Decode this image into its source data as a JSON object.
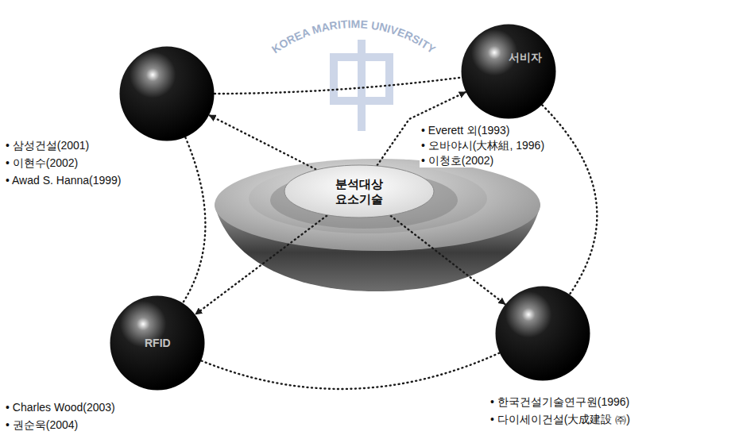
{
  "diagram": {
    "nodes": [
      {
        "text": [
          "분석대상 요소기술"
        ]
      },
      {
        "text": [
          "• 삼성건설(2001)",
          "• 이현수(2002)",
          "• Awad S. Hanna(1999)"
        ]
      },
      {
        "text": [
          "서비자",
          "• Everett 외(1993)",
          "• 오바야시(大林組, 1996)",
          "• 이청호(2002)"
        ]
      },
      {
        "text": [
          "RFID",
          "• Charles Wood(2003)",
          "• 권순욱(2004)"
        ]
      },
      {
        "text": [
          "• 한국건설기술연구원(1996)",
          "• 다이세이건설(大成建設 ㈜)"
        ]
      }
    ],
    "edges": [
      {
        "from": 0,
        "to": 1,
        "arrow": "to"
      },
      {
        "from": 0,
        "to": 2,
        "arrow": "to"
      },
      {
        "from": 0,
        "to": 3,
        "arrow": "to"
      },
      {
        "from": 0,
        "to": 4,
        "arrow": "to"
      },
      {
        "from": 1,
        "to": 2,
        "arrow": "none"
      },
      {
        "from": 2,
        "to": 4,
        "arrow": "none"
      },
      {
        "from": 4,
        "to": 3,
        "arrow": "none"
      },
      {
        "from": 1,
        "to": 3,
        "arrow": "none"
      }
    ],
    "labels": [
      "KOREA MARITIME UNIVERSITY"
    ]
  }
}
